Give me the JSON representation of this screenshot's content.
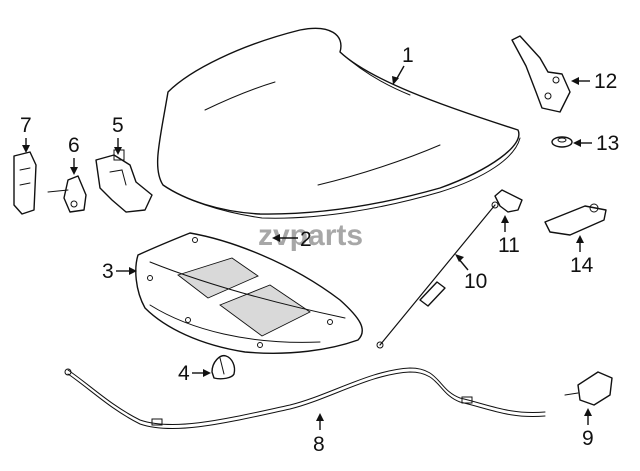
{
  "watermark": "zvparts",
  "callouts": {
    "c1": "1",
    "c2": "2",
    "c3": "3",
    "c4": "4",
    "c5": "5",
    "c6": "6",
    "c7": "7",
    "c8": "8",
    "c9": "9",
    "c10": "10",
    "c11": "11",
    "c12": "12",
    "c13": "13",
    "c14": "14"
  }
}
